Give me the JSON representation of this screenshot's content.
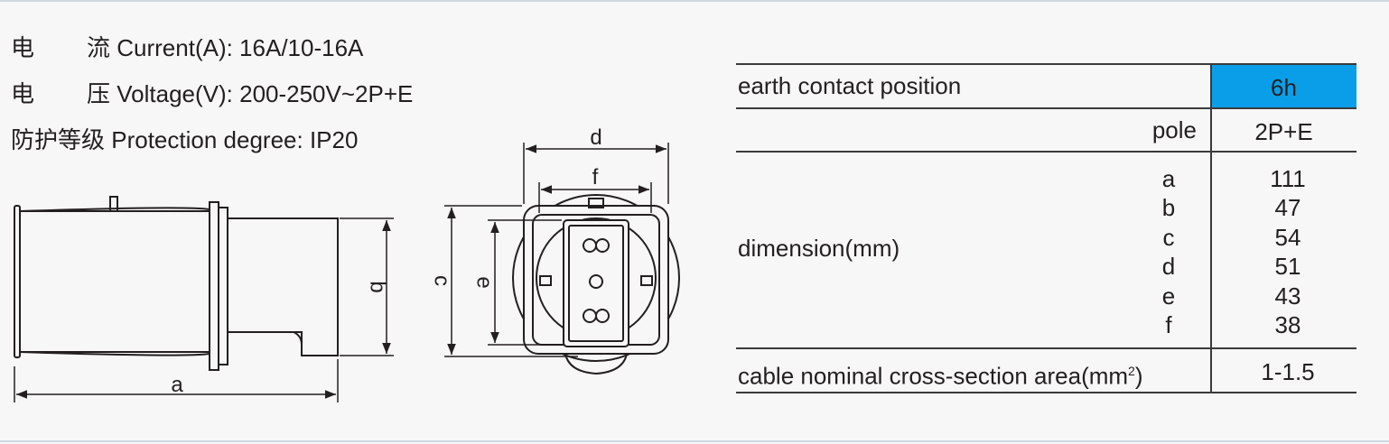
{
  "specs": {
    "current": {
      "cn1": "电",
      "cn2": "流",
      "text": "Current(A): 16A/10-16A"
    },
    "voltage": {
      "cn1": "电",
      "cn2": "压",
      "text": "Voltage(V): 200-250V~2P+E"
    },
    "protection": {
      "cn": "防护等级",
      "text": "Protection degree: IP20"
    }
  },
  "drawing_labels": {
    "a": "a",
    "b": "b",
    "c": "c",
    "d": "d",
    "e": "e",
    "f": "f"
  },
  "table": {
    "earth_label": "earth contact position",
    "earth_value": "6h",
    "pole_label": "pole",
    "pole_value": "2P+E",
    "dimension_label": "dimension(mm)",
    "dimensions": [
      {
        "key": "a",
        "value": "111"
      },
      {
        "key": "b",
        "value": "47"
      },
      {
        "key": "c",
        "value": "54"
      },
      {
        "key": "d",
        "value": "51"
      },
      {
        "key": "e",
        "value": "43"
      },
      {
        "key": "f",
        "value": "38"
      }
    ],
    "cable_label": "cable nominal cross-section area(mm",
    "cable_sup": "2",
    "cable_label_end": ")",
    "cable_value": "1-1.5"
  },
  "colors": {
    "highlight": "#0a9ee8",
    "line": "#231f20"
  }
}
